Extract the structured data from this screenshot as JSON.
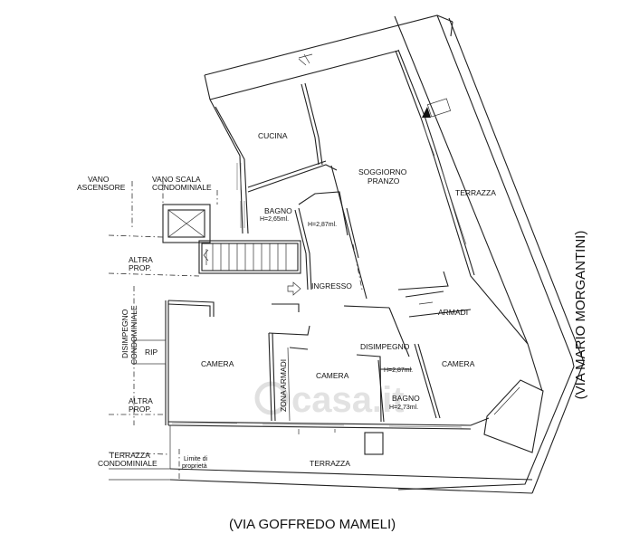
{
  "rooms": {
    "cucina": "CUCINA",
    "soggiorno": "SOGGIORNO",
    "pranzo": "PRANZO",
    "terrazza_right": "TERRAZZA",
    "bagno_top": "BAGNO",
    "bagno_top_h": "H=2,65ml.",
    "ingresso_h": "H=2,87ml.",
    "vano_ascensore_1": "VANO",
    "vano_ascensore_2": "ASCENSORE",
    "vano_scala_1": "VANO SCALA",
    "vano_scala_2": "CONDOMINIALE",
    "altra_prop_top_1": "ALTRA",
    "altra_prop_top_2": "PROP.",
    "ingresso": "INGRESSO",
    "disimpegno_condominiale_1": "DISIMPEGNO",
    "disimpegno_condominiale_2": "CONDOMINIALE",
    "rip": "RIP",
    "camera_left": "CAMERA",
    "zona_armadi": "ZONA ARMADI",
    "camera_mid": "CAMERA",
    "disimpegno": "DISIMPEGNO",
    "disimpegno_h": "H=2,87ml.",
    "bagno_bottom": "BAGNO",
    "bagno_bottom_h": "H=2,73ml.",
    "armadi": "ARMADI",
    "camera_right": "CAMERA",
    "altra_prop_bottom_1": "ALTRA",
    "altra_prop_bottom_2": "PROP.",
    "terrazza_condominiale_1": "TERRAZZA",
    "terrazza_condominiale_2": "CONDOMINIALE",
    "limite_1": "Limite di",
    "limite_2": "proprietà",
    "terrazza_bottom": "TERRAZZA"
  },
  "streets": {
    "bottom": "(VIA GOFFREDO MAMELI)",
    "right": "(VIA MARIO MORGANTINI)"
  },
  "watermark": {
    "text": "casa.it"
  }
}
